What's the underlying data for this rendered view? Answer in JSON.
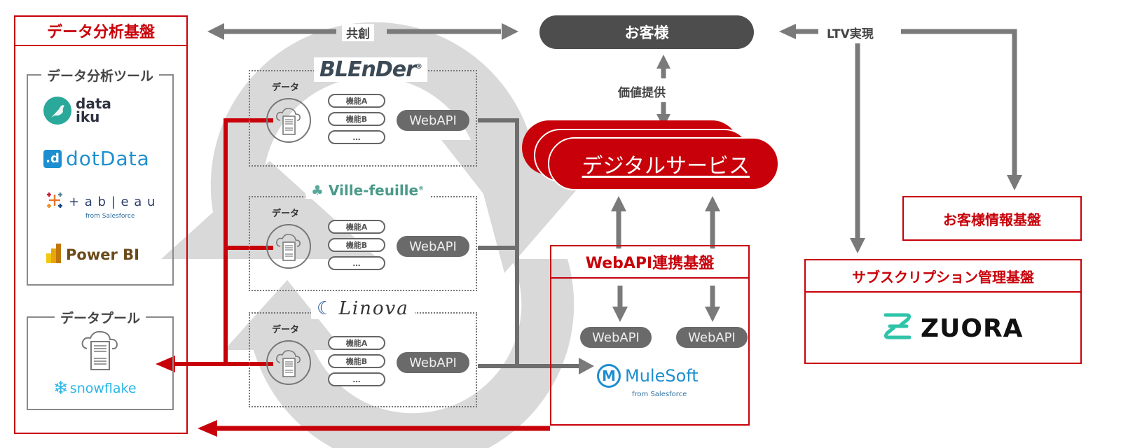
{
  "colors": {
    "accent_red": "#c8000a",
    "dark_gray": "#4d4d4d",
    "arrow_gray": "#7a7a7a",
    "ring_gray": "#d9d9d9",
    "teal": "#2aa89a",
    "blue": "#1d8fd0"
  },
  "left_panel": {
    "title": "データ分析基盤",
    "tools_group": {
      "title": "データ分析ツール",
      "tools": [
        {
          "name": "dataiku",
          "line1": "data",
          "line2": "iku",
          "icon": "dataiku-bird-icon"
        },
        {
          "name": "dotData",
          "text": "dotData",
          "icon": "dotdata-icon"
        },
        {
          "name": "tableau",
          "text": "+ a b | e a u",
          "sub": "from Salesforce",
          "icon": "tableau-cross-icon"
        },
        {
          "name": "Power BI",
          "text": "Power BI",
          "icon": "powerbi-bars-icon"
        }
      ]
    },
    "pool_group": {
      "title": "データプール",
      "icon": "cloud-server-icon",
      "logo": "snowflake"
    }
  },
  "top_arrows": {
    "cocreation": "共創",
    "value": "価値提供",
    "ltv": "LTV実現"
  },
  "customer": {
    "label": "お客様"
  },
  "services": [
    {
      "logo": "BLEnDer",
      "mark": "®",
      "data_label": "データ",
      "functions": [
        "機能A",
        "機能B",
        "…"
      ],
      "api": "WebAPI"
    },
    {
      "logo": "Ville-feuille",
      "mark": "®",
      "data_label": "データ",
      "functions": [
        "機能A",
        "機能B",
        "…"
      ],
      "api": "WebAPI"
    },
    {
      "logo": "Linova",
      "mark": "",
      "data_label": "データ",
      "functions": [
        "機能A",
        "機能B",
        "…"
      ],
      "api": "WebAPI"
    }
  ],
  "digital_service": {
    "label": "デジタルサービス"
  },
  "webapi_platform": {
    "title": "WebAPI連携基盤",
    "apis": [
      "WebAPI",
      "WebAPI"
    ],
    "logo": "MuleSoft",
    "logo_sub": "from Salesforce"
  },
  "customer_info": {
    "title": "お客様情報基盤"
  },
  "subscription": {
    "title": "サブスクリプション管理基盤",
    "logo": "ZUORA"
  }
}
